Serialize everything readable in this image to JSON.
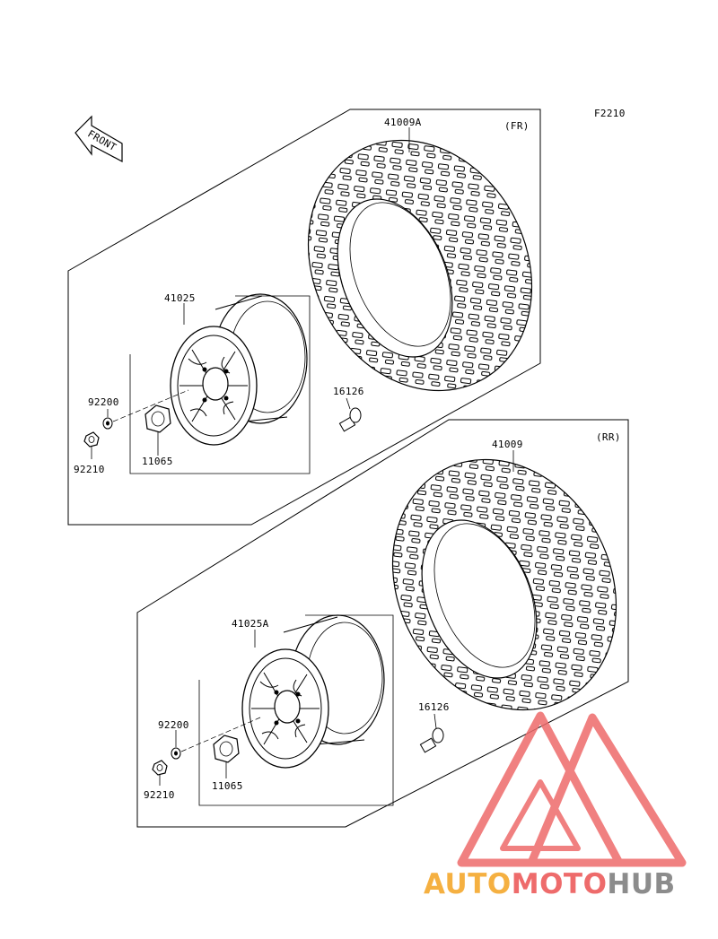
{
  "diagram_code": "F2210",
  "front_arrow_label": "FRONT",
  "front_section": {
    "position_label": "(FR)",
    "tire_part": "41009A",
    "wheel_part": "41025",
    "valve_part": "16126",
    "washer_part": "92200",
    "nut_part": "92210",
    "cap_part": "11065"
  },
  "rear_section": {
    "position_label": "(RR)",
    "tire_part": "41009",
    "wheel_part": "41025A",
    "valve_part": "16126",
    "washer_part": "92200",
    "nut_part": "92210",
    "cap_part": "11065"
  },
  "watermark": {
    "text_part1": "AUTO",
    "text_part2": "MOTO",
    "text_part3": "HUB",
    "colors": {
      "orange": "#f5b041",
      "red": "#ee6b6b",
      "gray": "#8c8c8c"
    }
  }
}
